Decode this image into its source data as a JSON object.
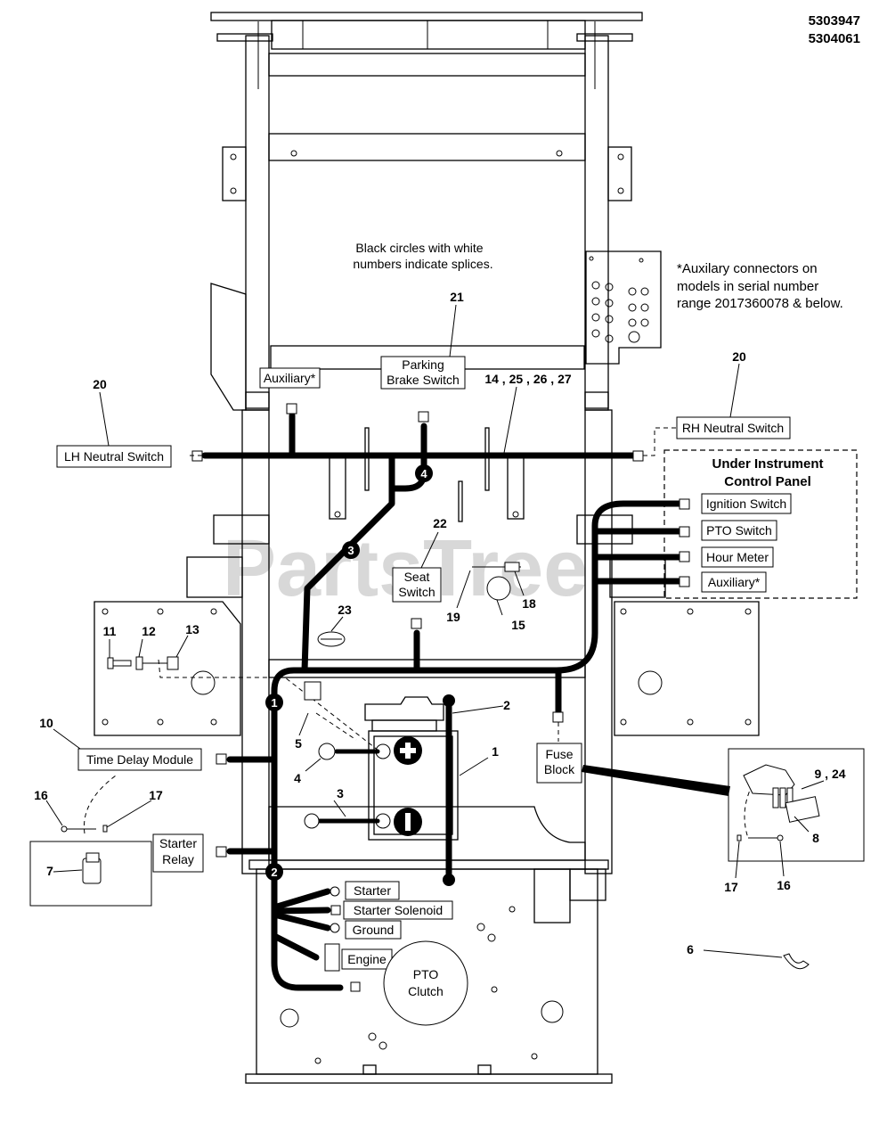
{
  "part_numbers": [
    "5303947",
    "5304061"
  ],
  "watermark": "PartsTree",
  "notes": {
    "splices": [
      "Black circles with white",
      "numbers indicate splices."
    ],
    "auxiliary": [
      "*Auxilary connectors on",
      "models in serial number",
      "range 2017360078 & below."
    ]
  },
  "panel": {
    "title_line1": "Under Instrument",
    "title_line2": "Control Panel"
  },
  "labels": {
    "lh_neutral": "LH Neutral Switch",
    "rh_neutral": "RH Neutral Switch",
    "auxiliary_top": "Auxiliary*",
    "parking_brake_1": "Parking",
    "parking_brake_2": "Brake Switch",
    "ignition": "Ignition Switch",
    "pto_switch": "PTO Switch",
    "hour_meter": "Hour Meter",
    "auxiliary_panel": "Auxiliary*",
    "seat_1": "Seat",
    "seat_2": "Switch",
    "fuse_1": "Fuse",
    "fuse_2": "Block",
    "time_delay": "Time Delay Module",
    "starter_relay_1": "Starter",
    "starter_relay_2": "Relay",
    "starter": "Starter",
    "starter_solenoid": "Starter Solenoid",
    "ground": "Ground",
    "engine": "Engine",
    "pto_clutch_1": "PTO",
    "pto_clutch_2": "Clutch"
  },
  "callouts": {
    "c1": "1",
    "c2": "2",
    "c3": "3",
    "c4": "4",
    "c5": "5",
    "c6": "6",
    "c7": "7",
    "c8": "8",
    "c9_24": "9 , 24",
    "c10": "10",
    "c11": "11",
    "c12": "12",
    "c13": "13",
    "c14": "14 , 25 , 26 , 27",
    "c15": "15",
    "c16a": "16",
    "c16b": "16",
    "c17a": "17",
    "c17b": "17",
    "c18": "18",
    "c19": "19",
    "c20a": "20",
    "c20b": "20",
    "c21": "21",
    "c22": "22",
    "c23": "23"
  },
  "splices": [
    "1",
    "2",
    "3",
    "4"
  ]
}
